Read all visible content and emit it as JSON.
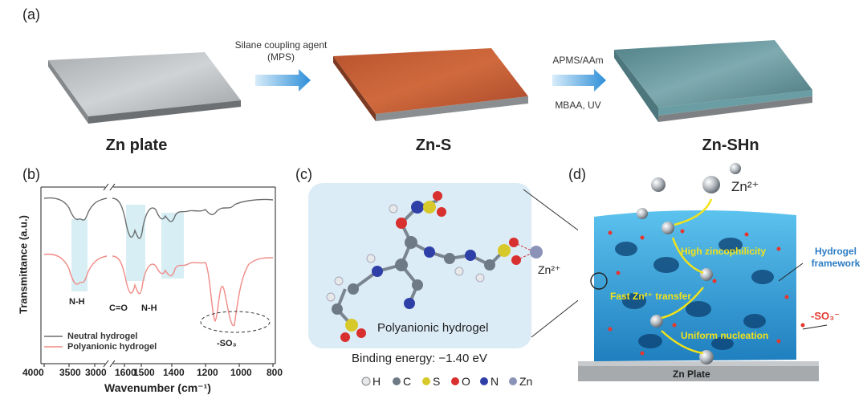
{
  "panel_a": {
    "label": "(a)",
    "plates": [
      {
        "name": "Zn plate"
      },
      {
        "name": "Zn-S"
      },
      {
        "name": "Zn-SHn"
      }
    ],
    "arrow1": {
      "top": "Silane coupling agent",
      "bottom": "(MPS)"
    },
    "arrow2": {
      "top": "APMS/AAm",
      "bottom": "MBAA, UV"
    }
  },
  "panel_b": {
    "label": "(b)",
    "chart_data": {
      "type": "line",
      "xlabel": "Wavenumber (cm⁻¹)",
      "ylabel": "Transmittance (a.u.)",
      "x_ticks": [
        "4000",
        "3500",
        "3000",
        "1600",
        "1500",
        "1400",
        "1200",
        "1000",
        "800"
      ],
      "axis_break": true,
      "series": [
        {
          "name": "Neutral hydrogel",
          "color": "#6b6f6e"
        },
        {
          "name": "Polyanionic hydrogel",
          "color": "#f08b86"
        }
      ],
      "annotations": [
        "N-H",
        "C=O",
        "N-H",
        "-SO₃"
      ]
    }
  },
  "panel_c": {
    "label": "(c)",
    "molecule_title": "Polyanionic hydrogel",
    "zn_label": "Zn²⁺",
    "binding_energy": "Binding energy: −1.40 eV",
    "legend": [
      {
        "symbol": "H",
        "color": "#e6e8ea"
      },
      {
        "symbol": "C",
        "color": "#6e7a86"
      },
      {
        "symbol": "S",
        "color": "#d8c92a"
      },
      {
        "symbol": "O",
        "color": "#d8302e"
      },
      {
        "symbol": "N",
        "color": "#2e3fa8"
      },
      {
        "symbol": "Zn",
        "color": "#8b94b8"
      }
    ]
  },
  "panel_d": {
    "label": "(d)",
    "zn_ion": "Zn²⁺",
    "framework_label": "Hydrogel framework",
    "so3_label": "-SO₃⁻",
    "feature1": "High zincophilicity",
    "feature2": "Fast Zn²⁺ transfer",
    "feature3": "Uniform nucleation",
    "base_label": "Zn Plate"
  }
}
